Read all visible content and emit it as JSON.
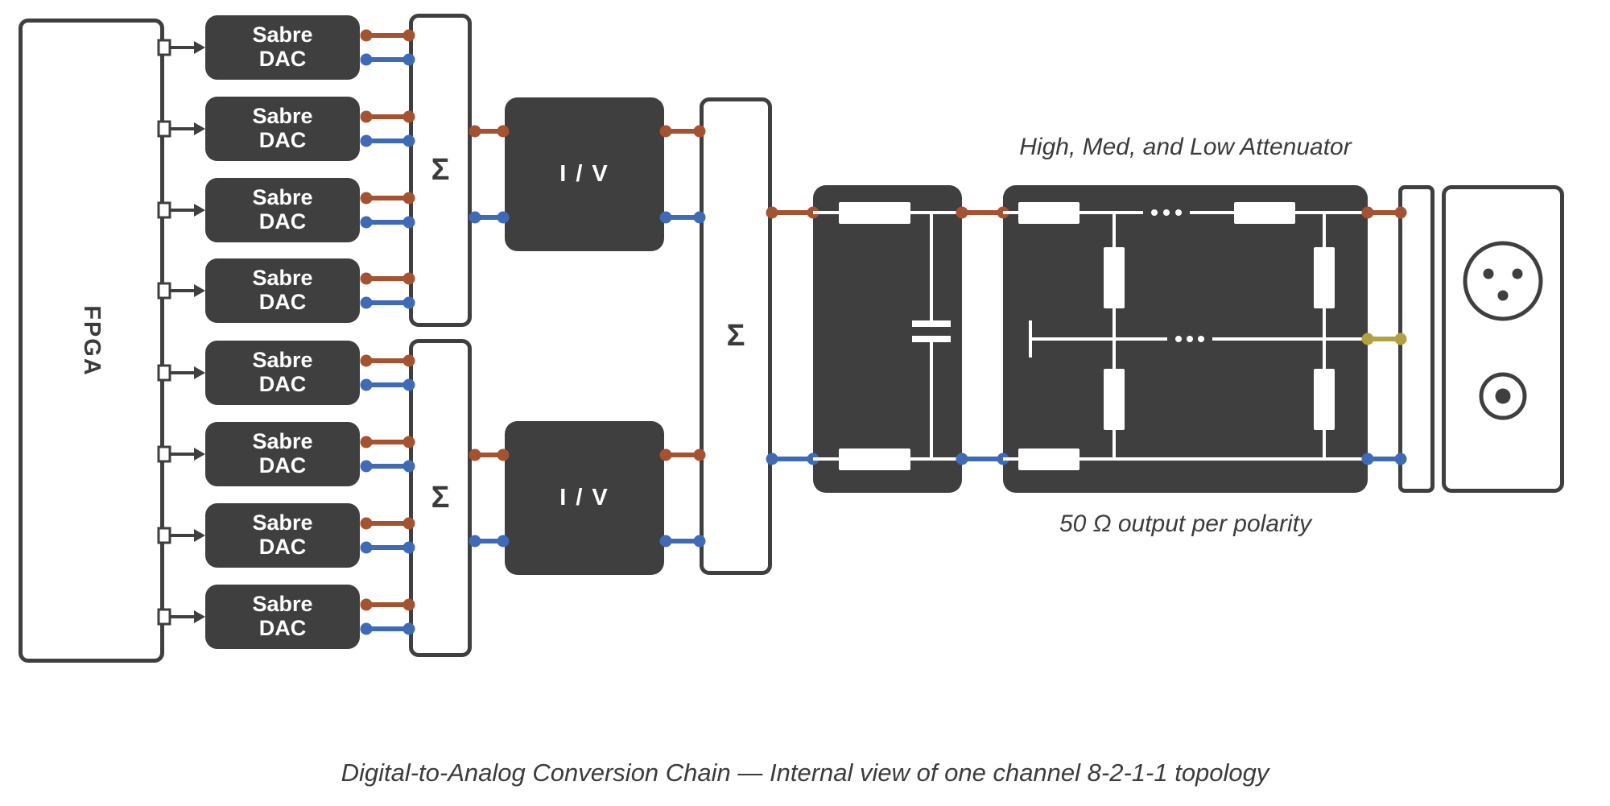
{
  "labels": {
    "fpga": "FPGA",
    "dac_line1": "Sabre",
    "dac_line2": "DAC",
    "sum": "Σ",
    "iv": "I / V",
    "attenuator_title": "High, Med, and Low Attenuator",
    "output_note": "50 Ω output per polarity",
    "caption": "Digital-to-Analog Conversion Chain — Internal view of one channel 8-2-1-1 topology"
  },
  "colors": {
    "block": "#3f3f3f",
    "line": "#3f3f3f",
    "text": "#3b3b3b",
    "red": "#a55231",
    "blue": "#3f6ab6",
    "yellow": "#b1a144",
    "background": "#ffffff"
  }
}
